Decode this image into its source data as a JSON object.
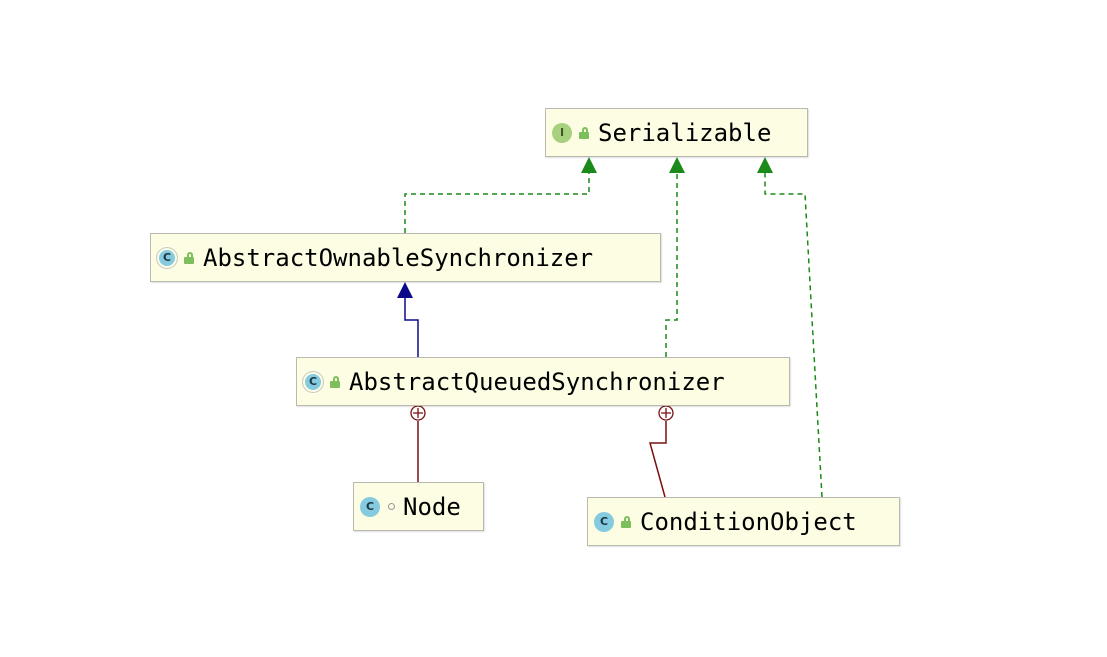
{
  "diagram": {
    "nodes": [
      {
        "id": "serializable",
        "kind": "interface",
        "kind_letter": "I",
        "visibility": "public",
        "label": "Serializable"
      },
      {
        "id": "aos",
        "kind": "abstract-class",
        "kind_letter": "C",
        "visibility": "public",
        "label": "AbstractOwnableSynchronizer"
      },
      {
        "id": "aqs",
        "kind": "abstract-class",
        "kind_letter": "C",
        "visibility": "public",
        "label": "AbstractQueuedSynchronizer"
      },
      {
        "id": "node",
        "kind": "static-class",
        "kind_letter": "C",
        "visibility": "package",
        "label": "Node"
      },
      {
        "id": "condobj",
        "kind": "class",
        "kind_letter": "C",
        "visibility": "public",
        "label": "ConditionObject"
      }
    ],
    "edges": [
      {
        "from": "aos",
        "to": "serializable",
        "type": "implements",
        "color": "#1a8a1a"
      },
      {
        "from": "aqs",
        "to": "serializable",
        "type": "implements",
        "color": "#1a8a1a"
      },
      {
        "from": "condobj",
        "to": "serializable",
        "type": "implements",
        "color": "#1a8a1a"
      },
      {
        "from": "aqs",
        "to": "aos",
        "type": "extends",
        "color": "#0b0b8a"
      },
      {
        "from": "node",
        "to": "aqs",
        "type": "inner-class",
        "color": "#7a1010"
      },
      {
        "from": "condobj",
        "to": "aqs",
        "type": "inner-class",
        "color": "#7a1010"
      }
    ]
  },
  "colors": {
    "node_fill": "#fdfde3",
    "node_border": "#b9b9b0",
    "implements": "#1a8a1a",
    "extends": "#0b0b8a",
    "inner": "#7a1010"
  }
}
